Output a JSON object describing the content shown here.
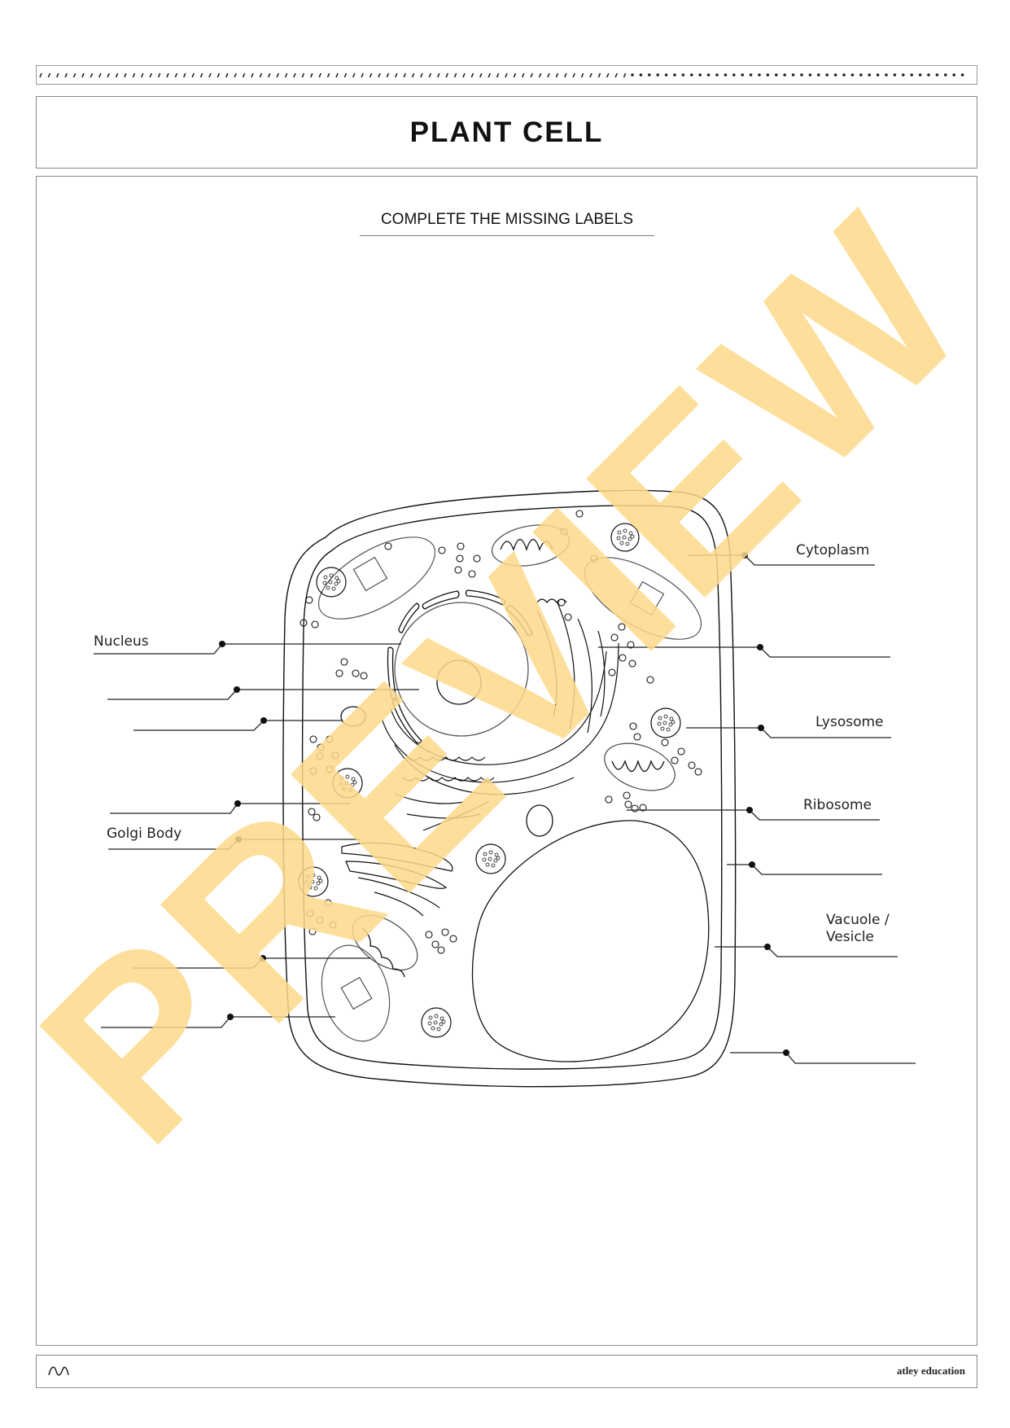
{
  "page": {
    "title": "PLANT CELL",
    "instructions": "COMPLETE THE MISSING LABELS",
    "watermark": "PREVIEW",
    "watermark_color": "#FDD98A",
    "footer": {
      "logo_icon": "wave-logo-icon",
      "brand": "atley education"
    }
  },
  "diagram": {
    "subject": "Plant cell",
    "left_labels": [
      {
        "id": "L1",
        "text": "Nucleus",
        "blank": false
      },
      {
        "id": "L2",
        "text": "",
        "blank": true
      },
      {
        "id": "L3",
        "text": "",
        "blank": true
      },
      {
        "id": "L4",
        "text": "",
        "blank": true
      },
      {
        "id": "L5",
        "text": "Golgi Body",
        "blank": false
      },
      {
        "id": "L6",
        "text": "",
        "blank": true
      },
      {
        "id": "L7",
        "text": "",
        "blank": true
      }
    ],
    "right_labels": [
      {
        "id": "R1",
        "text": "Cytoplasm",
        "blank": false
      },
      {
        "id": "R2",
        "text": "",
        "blank": true
      },
      {
        "id": "R3",
        "text": "Lysosome",
        "blank": false
      },
      {
        "id": "R4",
        "text": "Ribosome",
        "blank": false
      },
      {
        "id": "R5",
        "text": "",
        "blank": true
      },
      {
        "id": "R6a",
        "text": "Vacuole /",
        "blank": false
      },
      {
        "id": "R6b",
        "text": "Vesicle",
        "blank": false
      },
      {
        "id": "R7",
        "text": "",
        "blank": true
      }
    ]
  }
}
